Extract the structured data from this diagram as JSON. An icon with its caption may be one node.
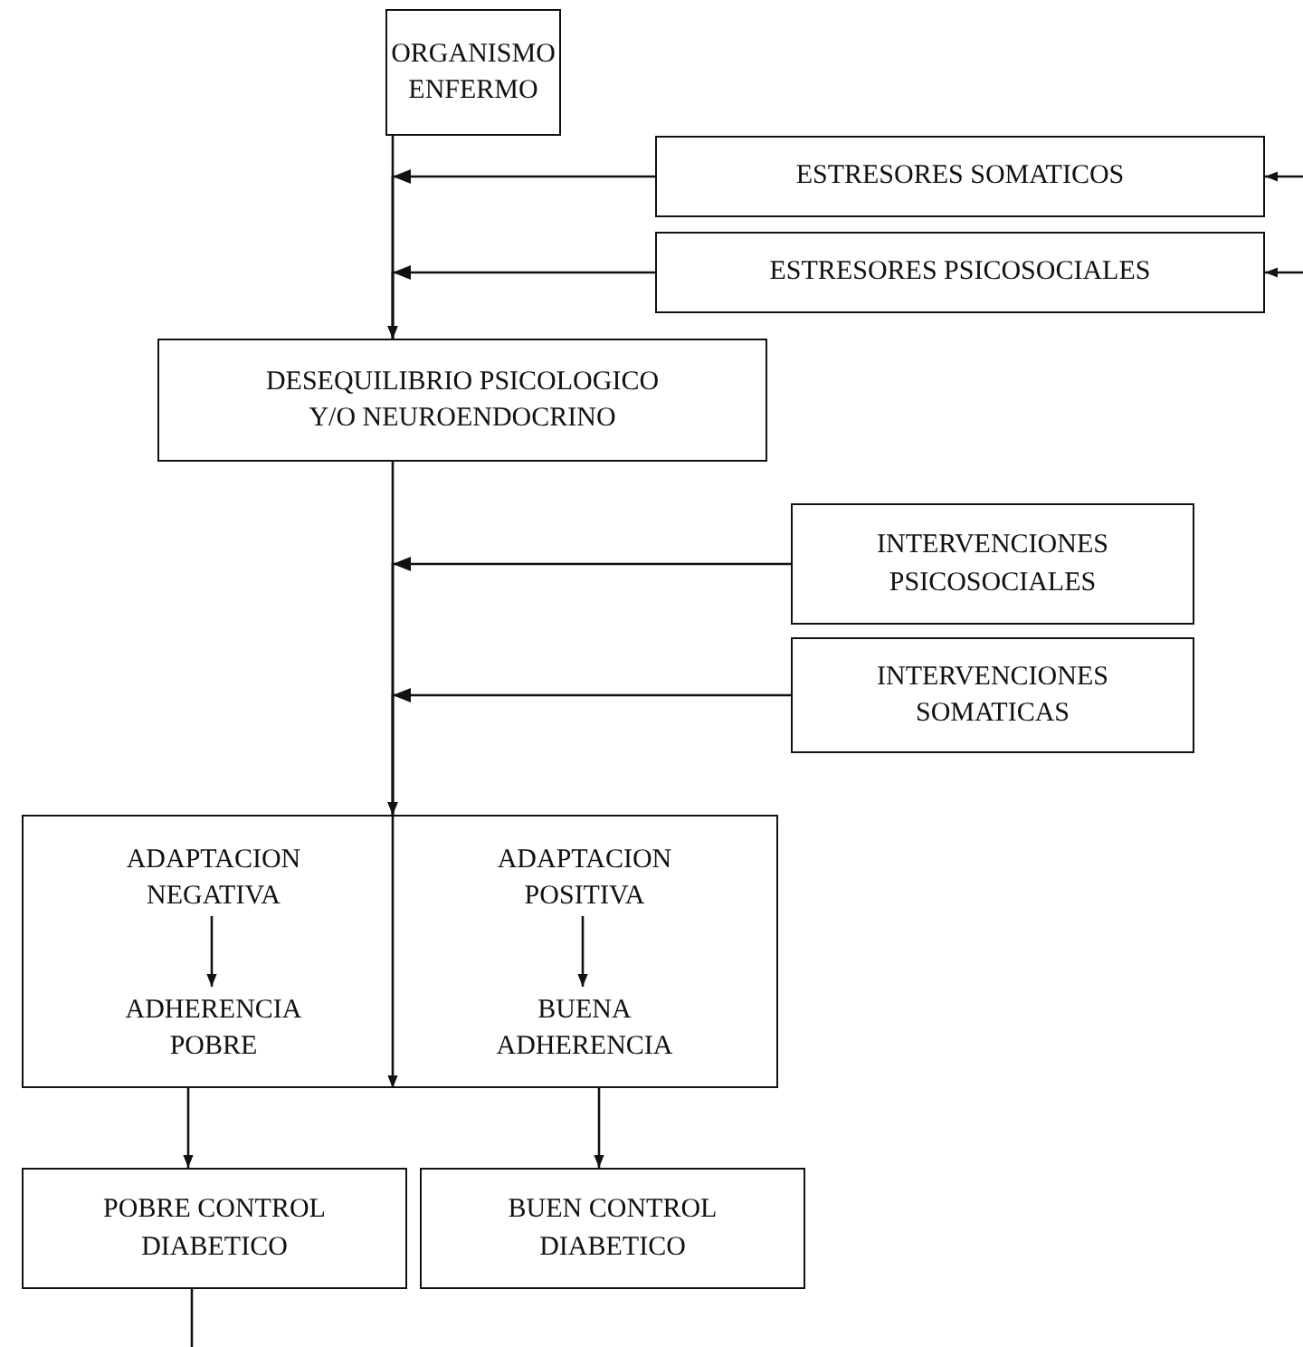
{
  "diagram": {
    "nodes": [
      {
        "text": [
          "ORGANISMO ENFERMO"
        ]
      },
      {
        "text": [
          "ESTRESORES SOMATICOS"
        ]
      },
      {
        "text": [
          "ESTRESORES PSICOSOCIALES"
        ]
      },
      {
        "text": [
          "DESEQUILIBRIO PSICOLOGICO Y/O NEUROENDOCRINO"
        ]
      },
      {
        "text": [
          "INTERVENCIONES PSICOSOCIALES"
        ]
      },
      {
        "text": [
          "INTERVENCIONES SOMATICAS"
        ]
      },
      {
        "text": [],
        "shape": "box"
      },
      {
        "text": [
          "ADAPTACION NEGATIVA"
        ],
        "in": 6
      },
      {
        "text": [
          "ADHERENCIA POBRE"
        ],
        "in": 6
      },
      {
        "text": [
          "ADAPTACION POSITIVA"
        ],
        "in": 6
      },
      {
        "text": [
          "BUENA ADHERENCIA"
        ],
        "in": 6
      },
      {
        "text": [
          "POBRE CONTROL DIABETICO"
        ]
      },
      {
        "text": [
          "BUEN CONTROL DIABETICO"
        ]
      }
    ],
    "edges": [
      {
        "from": 0,
        "to": 3,
        "arrow": "to"
      },
      {
        "from": 1,
        "to": 3,
        "arrow": "to"
      },
      {
        "from": 2,
        "to": 3,
        "arrow": "to"
      },
      {
        "from": null,
        "to": 1,
        "arrow": "to"
      },
      {
        "from": null,
        "to": 2,
        "arrow": "to"
      },
      {
        "from": 3,
        "to": 6,
        "arrow": "to"
      },
      {
        "from": 4,
        "to": 6,
        "arrow": "to"
      },
      {
        "from": 5,
        "to": 6,
        "arrow": "to"
      },
      {
        "from": 7,
        "to": 8,
        "arrow": "to"
      },
      {
        "from": 9,
        "to": 10,
        "arrow": "to"
      },
      {
        "from": 6,
        "to": 11,
        "arrow": "to"
      },
      {
        "from": 6,
        "to": 12,
        "arrow": "to"
      },
      {
        "from": 11,
        "to": null,
        "arrow": "none"
      }
    ]
  }
}
